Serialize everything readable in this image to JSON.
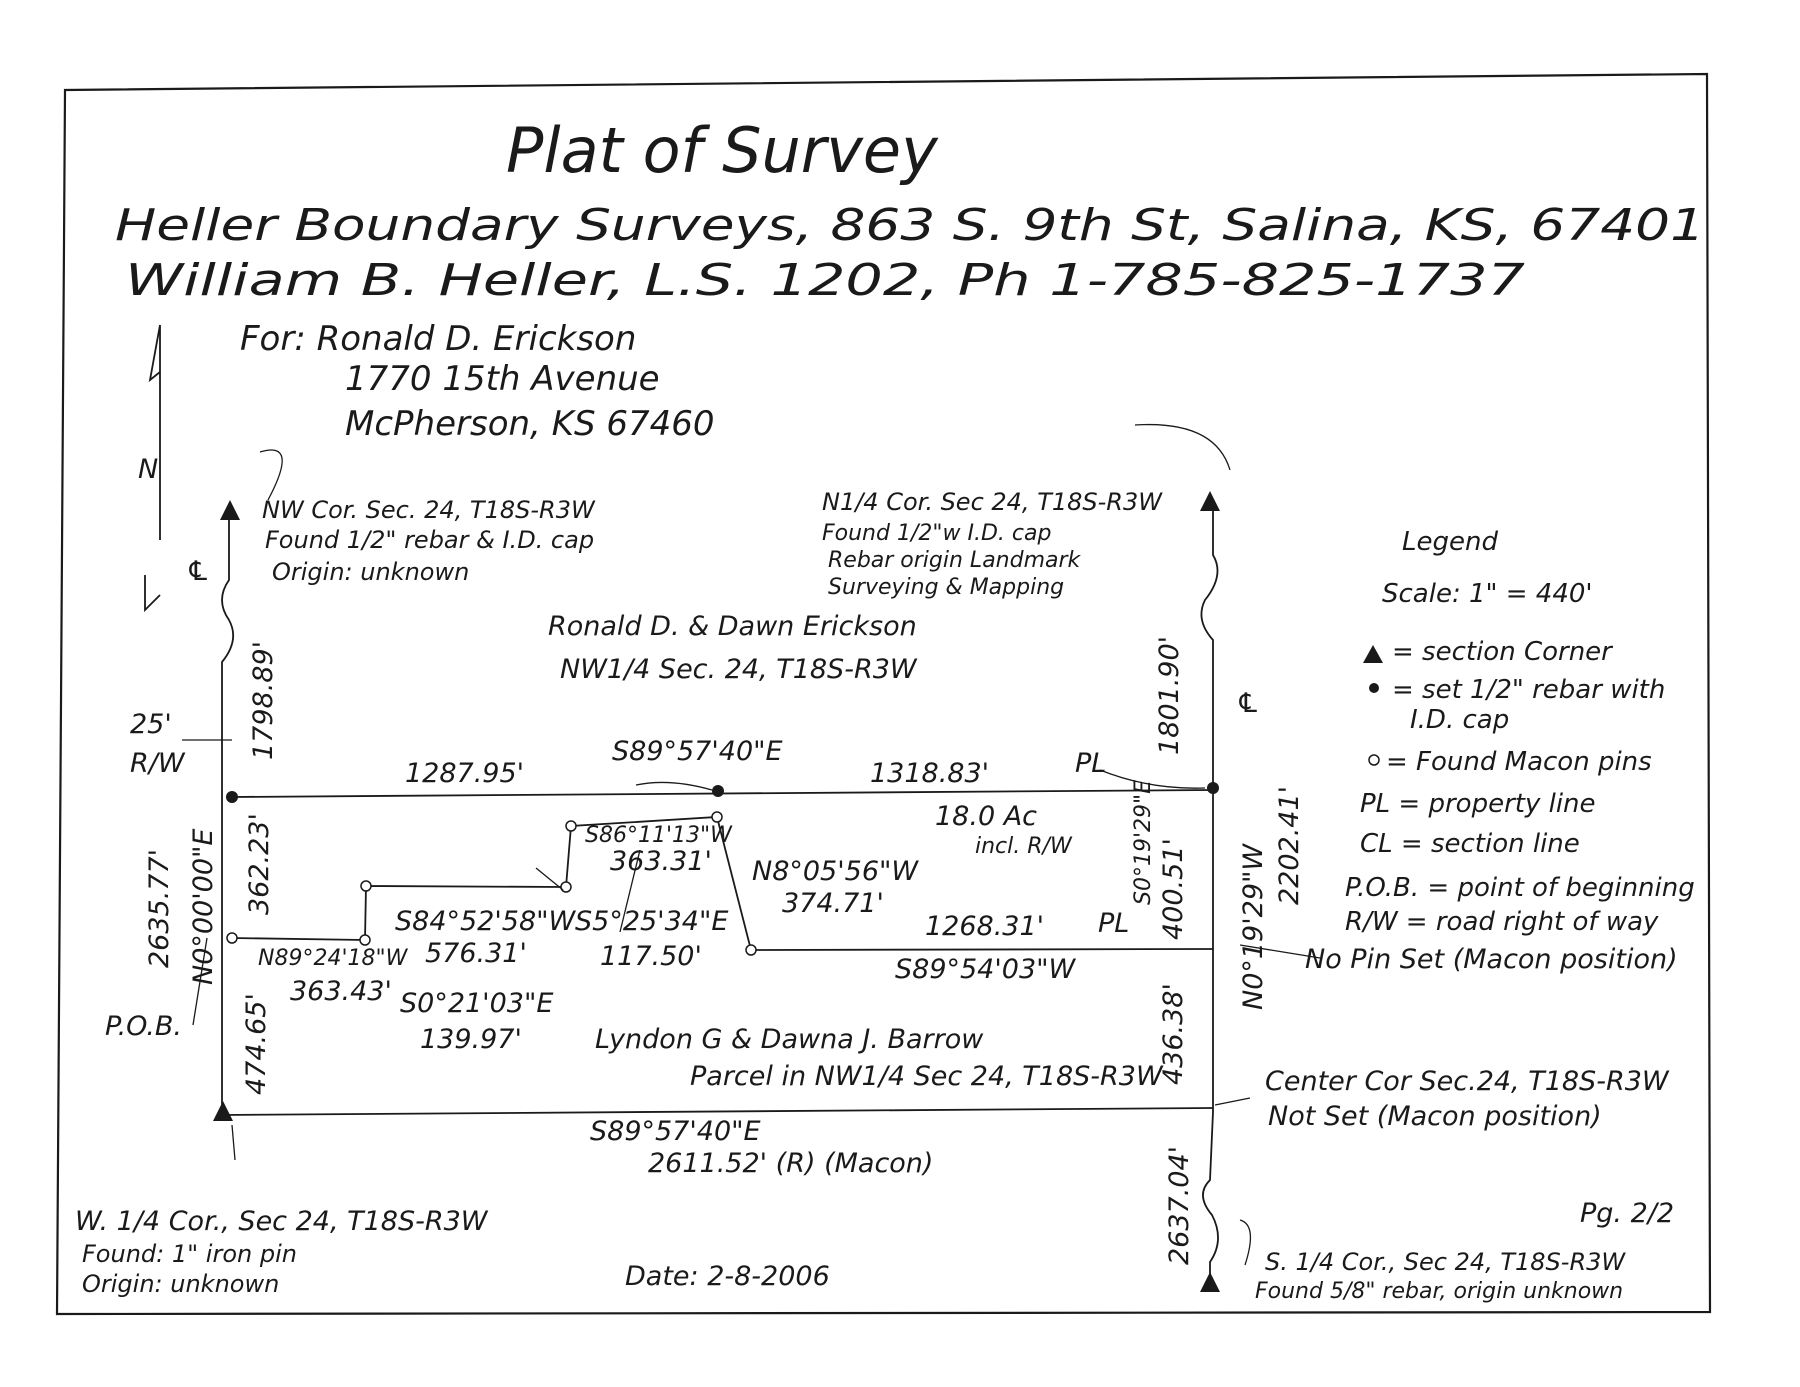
{
  "title": "Plat of Survey",
  "header": {
    "company": "Heller Boundary Surveys, 863 S. 9th St, Salina, KS, 67401",
    "surveyor": "William B. Heller, L.S. 1202, Ph 1-785-825-1737"
  },
  "client": {
    "line1": "For: Ronald D. Erickson",
    "line2": "1770 15th Avenue",
    "line3": "McPherson, KS 67460"
  },
  "north_arrow": {
    "letter": "N"
  },
  "corners": {
    "nw": {
      "line1": "NW Cor. Sec. 24, T18S-R3W",
      "line2": "Found 1/2\" rebar & I.D. cap",
      "line3": "Origin: unknown"
    },
    "n_quarter": {
      "line1": "N1/4 Cor. Sec 24, T18S-R3W",
      "line2": "Found 1/2\"w I.D. cap",
      "line3": "Rebar origin Landmark",
      "line4": "Surveying & Mapping"
    },
    "w_quarter": {
      "line1": "W. 1/4 Cor., Sec 24, T18S-R3W",
      "line2": "Found: 1\" iron pin",
      "line3": "Origin: unknown"
    },
    "center": {
      "line1": "Center Cor Sec.24, T18S-R3W",
      "line2": "Not Set (Macon position)"
    },
    "s_quarter": {
      "line1": "S. 1/4 Cor., Sec 24, T18S-R3W",
      "line2": "Found 5/8\" rebar, origin unknown"
    }
  },
  "parcels": {
    "north": {
      "owner": "Ronald D. & Dawn Erickson",
      "desc": "NW1/4 Sec. 24, T18S-R3W"
    },
    "south": {
      "owner": "Lyndon G & Dawna J. Barrow",
      "desc": "Parcel in NW1/4 Sec 24, T18S-R3W"
    },
    "area": {
      "line1": "18.0 Ac",
      "line2": "incl. R/W"
    }
  },
  "calls": {
    "north_bearing": "S89°57'40\"E",
    "north_left": "1287.95'",
    "north_right": "1318.83'",
    "west_upper": "1798.89'",
    "west_mid": "362.23'",
    "west_lower": "474.65'",
    "west_total": "2635.77'",
    "west_bearing": "N0°00'00\"E",
    "east_upper": "1801.90'",
    "east_mid": "400.51'",
    "east_lower": "436.38'",
    "east_total": "2202.41'",
    "east_bearing": "N0°19'29\"W",
    "east_mid_bearing": "S0°19'29\"E",
    "south_leg_len": "2637.04'",
    "s1_bearing": "N89°24'18\"W",
    "s1_dist": "363.43'",
    "s2_bearing": "S0°21'03\"E",
    "s2_dist": "139.97'",
    "s3_bearing": "S84°52'58\"W",
    "s3_dist": "576.31'",
    "s4_bearing": "S5°25'34\"E",
    "s4_dist": "117.50'",
    "s5_bearing": "S86°11'13\"W",
    "s5_dist": "363.31'",
    "s6_bearing": "N8°05'56\"W",
    "s6_dist": "374.71'",
    "s7_dist": "1268.31'",
    "s7_bearing": "S89°54'03\"W",
    "south_bearing": "S89°57'40\"E",
    "south_dist": "2611.52' (R) (Macon)",
    "rw_width": "25'",
    "rw_label": "R/W",
    "pl": "PL",
    "pob": "P.O.B.",
    "no_pin": "No Pin Set (Macon position)"
  },
  "legend": {
    "title": "Legend",
    "scale": "Scale: 1\" = 440'",
    "items": [
      "= section Corner",
      "= set 1/2\" rebar with",
      "I.D. cap",
      "= Found Macon pins",
      "PL = property line",
      "CL = section line",
      "P.O.B. = point of beginning",
      "R/W = road right of way"
    ]
  },
  "date": "Date: 2-8-2006",
  "page": "Pg. 2/2"
}
